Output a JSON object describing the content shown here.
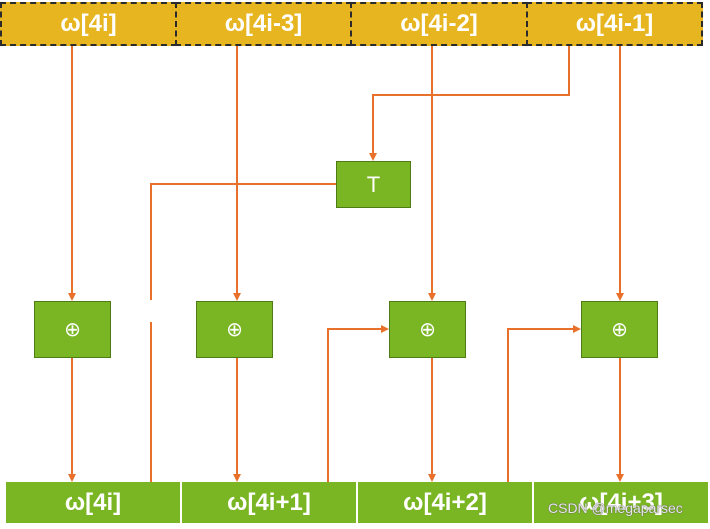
{
  "inputs": [
    "ω[4i]",
    "ω[4i-3]",
    "ω[4i-2]",
    "ω[4i-1]"
  ],
  "outputs": [
    "ω[4i]",
    "ω[4i+1]",
    "ω[4i+2]",
    "ω[4i+3]"
  ],
  "transform_label": "T",
  "xor_symbol": "⊕",
  "watermark": "CSDN @megaparsec",
  "colors": {
    "input_fill": "#e6b51f",
    "output_fill": "#7ab624",
    "op_fill": "#7ab624",
    "wire": "#e8702a",
    "dash_border": "#2b2b2b"
  }
}
